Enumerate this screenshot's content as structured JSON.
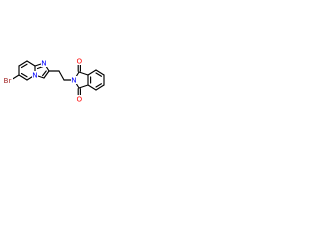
{
  "molecule": {
    "atom_labels": {
      "bromine": "Br",
      "bridgehead_nitrogen": "N",
      "ring_nitrogen": "N",
      "imide_nitrogen": "N",
      "carbonyl_oxygen_top": "O",
      "carbonyl_oxygen_bottom": "O"
    },
    "colors": {
      "bond": "#000000",
      "bromine": "#a52a2a",
      "nitrogen": "#0000ff",
      "oxygen": "#ff0000"
    }
  }
}
